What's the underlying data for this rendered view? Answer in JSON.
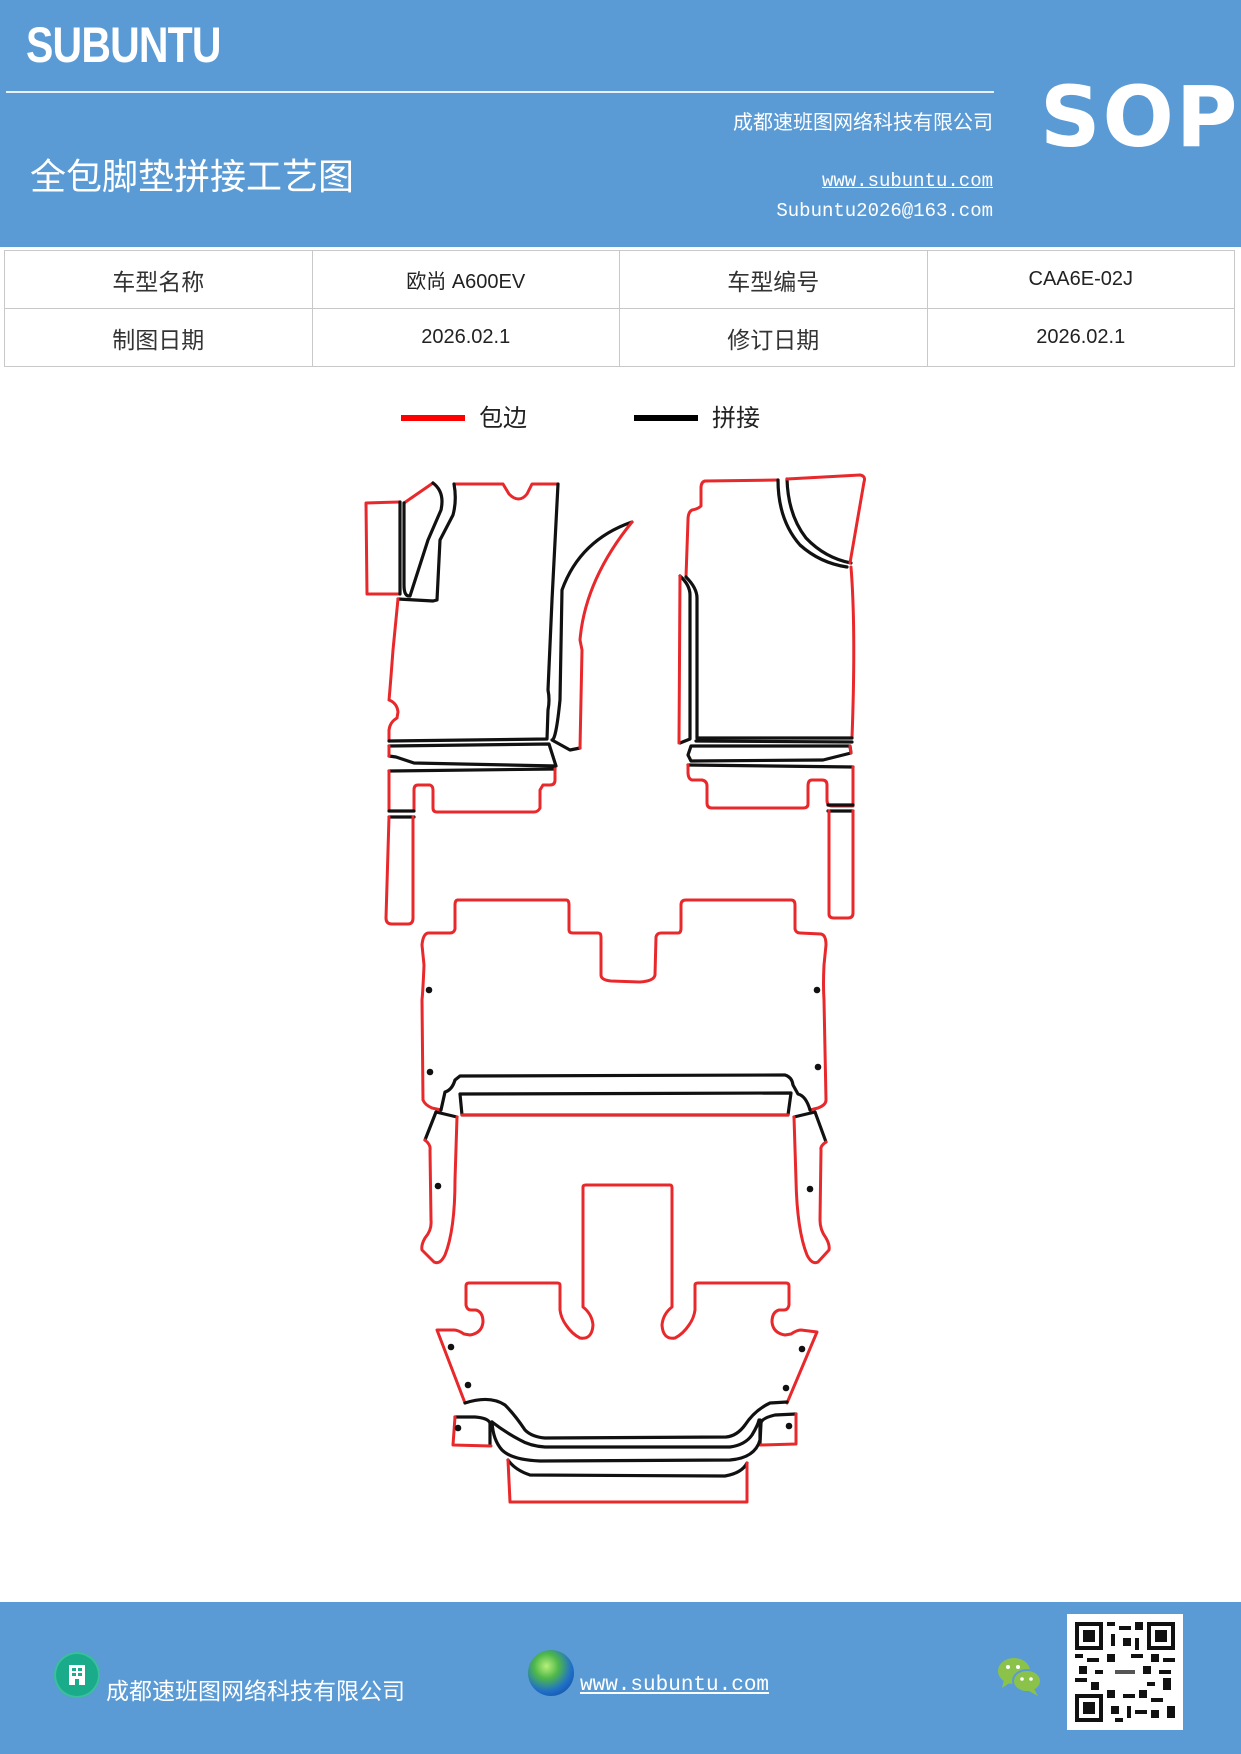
{
  "header": {
    "brand": "SUBUNTU",
    "title": "全包脚垫拼接工艺图",
    "company": "成都速班图网络科技有限公司",
    "website": "www.subuntu.com",
    "email": "Subuntu2026@163.com",
    "badge": "SOP",
    "background_color": "#5b9bd5"
  },
  "info_table": {
    "rows": [
      {
        "label1": "车型名称",
        "value1": "欧尚 A600EV",
        "label2": "车型编号",
        "value2": "CAA6E-02J"
      },
      {
        "label1": "制图日期",
        "value1": "2026.02.1",
        "label2": "修订日期",
        "value2": "2026.02.1"
      }
    ]
  },
  "legend": {
    "items": [
      {
        "label": "包边",
        "color": "#ff0000",
        "meaning": "edge-binding"
      },
      {
        "label": "拼接",
        "color": "#000000",
        "meaning": "splicing"
      }
    ]
  },
  "diagram": {
    "description": "Floor mat splicing layout for full-coverage car mats",
    "pieces": [
      "driver-side front mat",
      "driver-side pedal panel",
      "driver-side tunnel wing",
      "passenger-side front mat",
      "passenger-side corner panel",
      "passenger-side side strip",
      "front left connector strips",
      "front right connector strips",
      "second-row center mat",
      "second-row splice bar",
      "second-row left side strip",
      "second-row right side strip",
      "center tunnel cover",
      "third-row mat",
      "third-row left tab",
      "third-row right tab",
      "trunk lip pieces"
    ],
    "edge_color": "#e8282b",
    "splice_color": "#111111"
  },
  "footer": {
    "company": "成都速班图网络科技有限公司",
    "website": "www.subuntu.com",
    "icons": [
      "building-icon",
      "globe-icon",
      "wechat-icon",
      "qr-code"
    ]
  }
}
